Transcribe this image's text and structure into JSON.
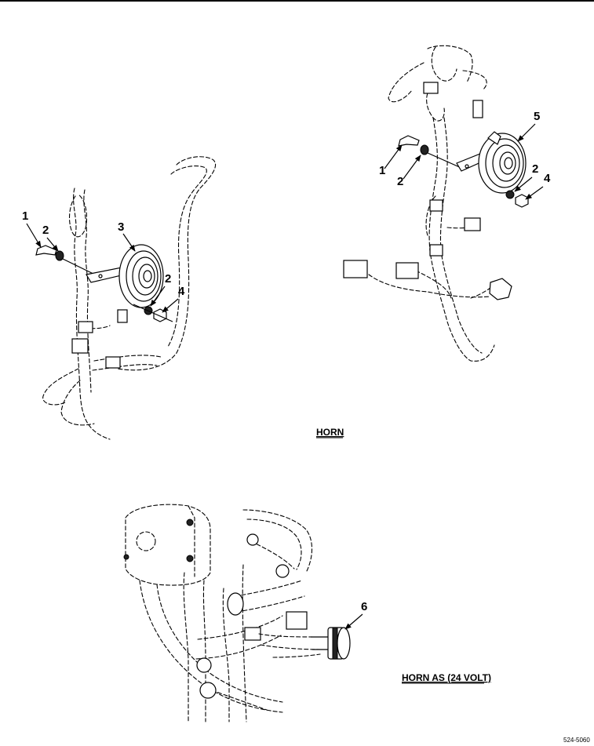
{
  "views": [
    {
      "id": "horn",
      "caption": "HORN",
      "callouts": [
        "1",
        "2",
        "3",
        "2",
        "4",
        "1",
        "2",
        "5",
        "2",
        "4"
      ]
    },
    {
      "id": "horn-as",
      "caption": "HORN AS (24 VOLT)",
      "callouts": [
        "6"
      ]
    }
  ],
  "figure_number": "524-5060",
  "colors": {
    "ink": "#000000",
    "paper": "#ffffff"
  }
}
